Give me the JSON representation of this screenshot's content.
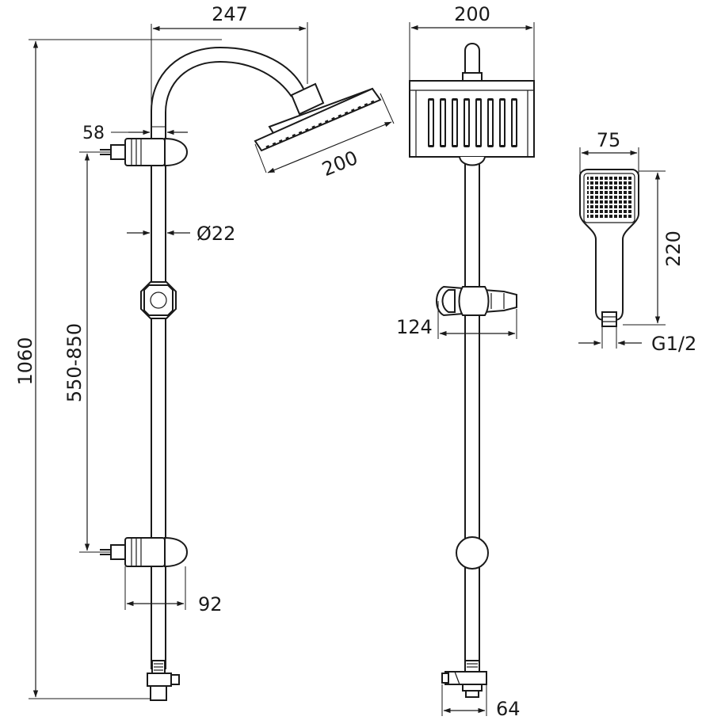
{
  "dimensions": {
    "arm_reach": "247",
    "head_width_side": "200",
    "head_width_front": "200",
    "holder_offset": "58",
    "pipe_diameter": "Ø22",
    "height_total": "1060",
    "adjust_range": "550-850",
    "bracket_depth": "92",
    "slider_width": "124",
    "diverter_width": "64",
    "handshower_width": "75",
    "handshower_length": "220",
    "thread": "G1/2"
  },
  "colors": {
    "line": "#1a1a1a",
    "background": "#ffffff"
  }
}
